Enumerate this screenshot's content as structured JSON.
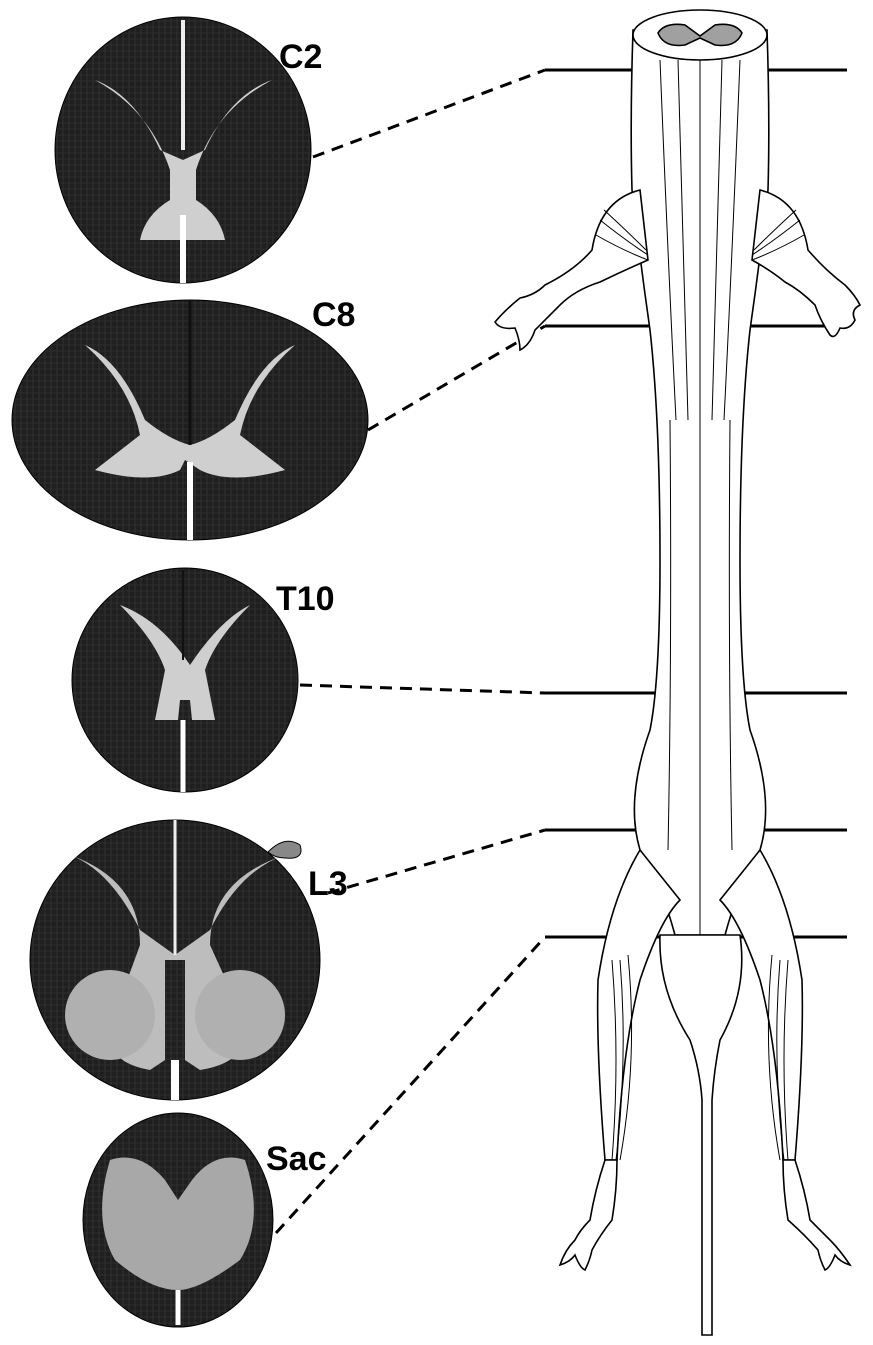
{
  "labels": {
    "c2": "C2",
    "c8": "C8",
    "t10": "T10",
    "l3": "L3",
    "sac": "Sac"
  },
  "colors": {
    "white_matter": "#1f1f1f",
    "gray_matter": "#d2d2d2",
    "outline": "#000000",
    "line": "#000000",
    "cord_fill": "#ffffff"
  }
}
